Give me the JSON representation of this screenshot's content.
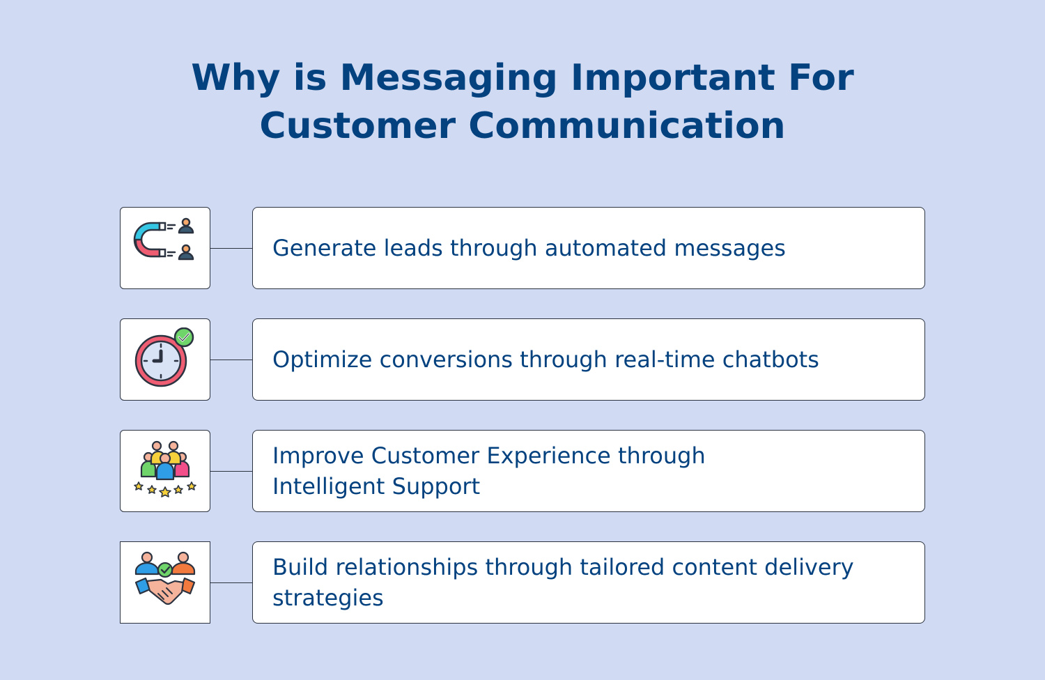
{
  "title": {
    "line1": "Why is Messaging Important For",
    "line2": "Customer Communication"
  },
  "colors": {
    "background": "#d0dbf3",
    "title": "#03417f",
    "text": "#03417f",
    "border": "#2b3240"
  },
  "items": [
    {
      "icon": "magnet-leads-icon",
      "text": "Generate leads through automated messages"
    },
    {
      "icon": "clock-check-icon",
      "text": "Optimize conversions through real-time chatbots"
    },
    {
      "icon": "group-rating-icon",
      "text": "Improve Customer Experience through Intelligent Support"
    },
    {
      "icon": "handshake-icon",
      "text": "Build relationships through tailored content delivery strategies"
    }
  ]
}
